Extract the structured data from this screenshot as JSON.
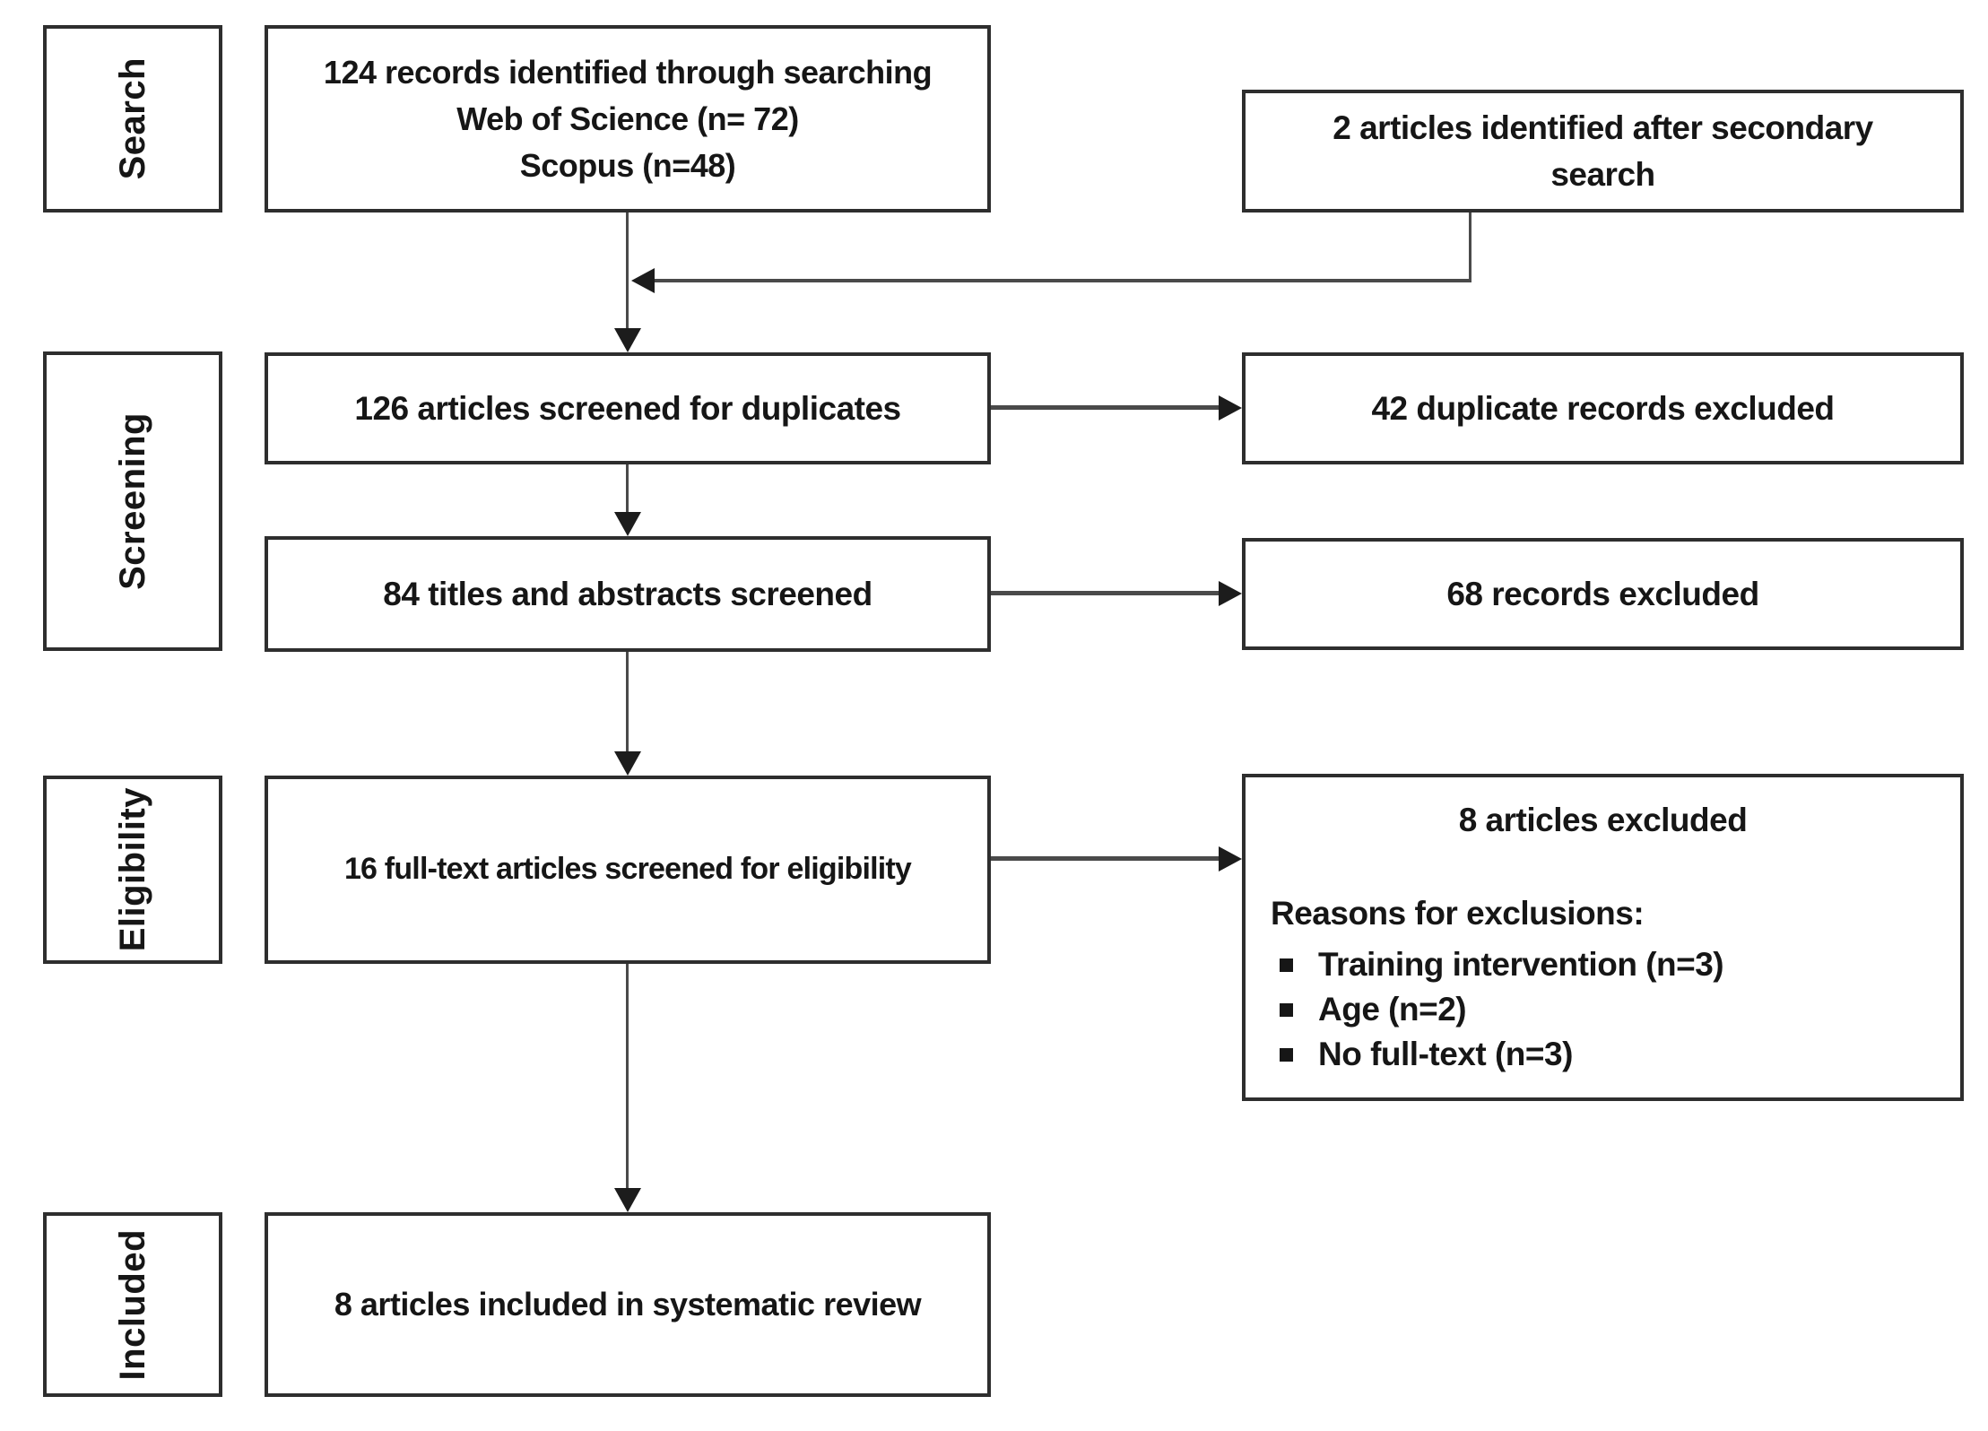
{
  "colors": {
    "box_border": "#2e2e2e",
    "text": "#161616",
    "connector": "#4a4a4a",
    "arrow": "#1c1c1c",
    "background": "#ffffff"
  },
  "stages": [
    {
      "label": "Search"
    },
    {
      "label": "Screening"
    },
    {
      "label": "Eligibility"
    },
    {
      "label": "Included"
    }
  ],
  "boxes": {
    "identified": {
      "line1": "124 records identified through searching",
      "line2": "Web of Science (n= 72)",
      "line3": "Scopus (n=48)"
    },
    "secondary_search": {
      "line1": "2 articles identified after secondary",
      "line2": "search"
    },
    "duplicates_screened": {
      "text": "126 articles screened for duplicates"
    },
    "duplicates_excluded": {
      "text": "42 duplicate records excluded"
    },
    "titles_screened": {
      "text": "84 titles and abstracts screened"
    },
    "records_excluded": {
      "text": "68 records excluded"
    },
    "fulltext_screened": {
      "text": "16 full-text articles screened for eligibility"
    },
    "articles_excluded": {
      "title": "8 articles excluded",
      "reasons_heading": "Reasons for exclusions:",
      "reasons": [
        "Training intervention (n=3)",
        "Age (n=2)",
        "No full-text (n=3)"
      ]
    },
    "included_review": {
      "text": "8 articles included in systematic review"
    }
  }
}
